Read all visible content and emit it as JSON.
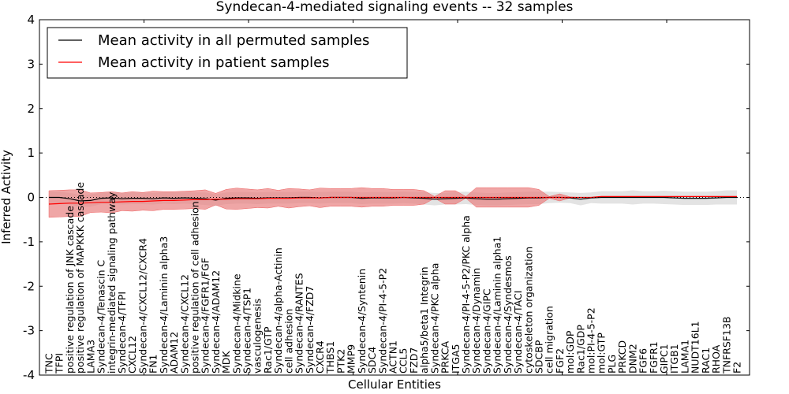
{
  "chart_data": {
    "type": "line",
    "title": "Syndecan-4-mediated signaling events -- 32 samples",
    "xlabel": "Cellular Entities",
    "ylabel": "Inferred Activity",
    "ylim": [
      -4,
      4
    ],
    "yticks": [
      4,
      3,
      2,
      1,
      0,
      -1,
      -2,
      -3,
      -4
    ],
    "grid": false,
    "legend_placement": "top-left",
    "categories": [
      "TNC",
      "TFPI",
      "positive regulation of JNK cascade",
      "positive regulation of MAPKKK cascade",
      "LAMA3",
      "Syndecan-4/Tenascin C",
      "integrin-mediated signaling pathway",
      "Syndecan-4/TFPI",
      "CXCL12",
      "Syndecan-4/CXCL12/CXCR4",
      "FN1",
      "Syndecan-4/Laminin alpha3",
      "ADAM12",
      "Syndecan-4/CXCL12",
      "positive regulation of cell adhesion",
      "Syndecan-4/FGFR1/FGF",
      "Syndecan-4/ADAM12",
      "MDK",
      "Syndecan-4/Midkine",
      "Syndecan-4/TSP1",
      "vasculogenesis",
      "Rac1/GTP",
      "Syndecan-4/alpha-Actinin",
      "cell adhesion",
      "Syndecan-4/RANTES",
      "Syndecan-4/FZD7",
      "CXCR4",
      "THBS1",
      "PTK2",
      "MMP9",
      "Syndecan-4/Syntenin",
      "SDC4",
      "Syndecan-4/PI-4-5-P2",
      "ACTN1",
      "CCL5",
      "FZD7",
      "alpha5/beta1 Integrin",
      "Syndecan-4/PKC alpha",
      "PRKCA",
      "ITGA5",
      "Syndecan-4/PI-4-5-P2/PKC alpha",
      "Syndecan-4/Dynamin",
      "Syndecan-4/GIPC",
      "Syndecan-4/Laminin alpha1",
      "Syndecan-4/Syndesmos",
      "Syndecan-4/TACI",
      "cytoskeleton organization",
      "SDCBP",
      "cell migration",
      "FGF2",
      "mol:GDP",
      "Rac1/GDP",
      "mol:PI-4-5-P2",
      "mol:GTP",
      "PLG",
      "PRKCD",
      "DNM2",
      "FGF6",
      "FGFR1",
      "GIPC1",
      "ITGB1",
      "LAMA1",
      "NUDT16L1",
      "RAC1",
      "RHOA",
      "TNFRSF13B",
      "F2"
    ],
    "series": [
      {
        "name": "Mean activity in all permuted samples",
        "color": "#000000",
        "band_color": "#d9d9d9",
        "values": [
          0,
          0,
          -0.03,
          -0.08,
          -0.07,
          -0.02,
          -0.01,
          -0.03,
          -0.02,
          -0.02,
          -0.03,
          -0.01,
          -0.02,
          -0.01,
          -0.02,
          -0.03,
          -0.06,
          -0.02,
          -0.01,
          -0.01,
          -0.02,
          -0.01,
          -0.01,
          -0.01,
          0,
          0,
          -0.01,
          0,
          0,
          0,
          -0.02,
          -0.01,
          -0.01,
          -0.01,
          0,
          -0.01,
          -0.02,
          -0.04,
          -0.03,
          -0.02,
          -0.01,
          -0.03,
          -0.04,
          -0.04,
          -0.03,
          -0.02,
          -0.01,
          -0.01,
          0,
          0,
          -0.01,
          -0.04,
          -0.01,
          0,
          0,
          0,
          0,
          0,
          0,
          0,
          -0.01,
          -0.02,
          -0.02,
          -0.02,
          -0.01,
          0,
          0
        ],
        "spread": [
          0.13,
          0.13,
          0.13,
          0.14,
          0.14,
          0.13,
          0.13,
          0.13,
          0.13,
          0.13,
          0.13,
          0.13,
          0.13,
          0.13,
          0.13,
          0.14,
          0.13,
          0.13,
          0.13,
          0.13,
          0.13,
          0.13,
          0.13,
          0.13,
          0.13,
          0.13,
          0.13,
          0.13,
          0.13,
          0.13,
          0.13,
          0.13,
          0.13,
          0.13,
          0.13,
          0.13,
          0.14,
          0.14,
          0.13,
          0.14,
          0.14,
          0.14,
          0.14,
          0.14,
          0.14,
          0.14,
          0.14,
          0.14,
          0.13,
          0.12,
          0.12,
          0.14,
          0.12,
          0.14,
          0.14,
          0.14,
          0.16,
          0.14,
          0.14,
          0.15,
          0.15,
          0.15,
          0.15,
          0.15,
          0.15,
          0.16,
          0.16
        ]
      },
      {
        "name": "Mean activity in patient samples",
        "color": "#ff0000",
        "band_color": "#e88080",
        "values": [
          -0.15,
          -0.14,
          -0.13,
          -0.13,
          -0.12,
          -0.11,
          -0.11,
          -0.1,
          -0.09,
          -0.09,
          -0.08,
          -0.07,
          -0.07,
          -0.06,
          -0.05,
          -0.05,
          -0.04,
          -0.04,
          -0.03,
          -0.03,
          -0.03,
          -0.02,
          -0.02,
          -0.02,
          -0.01,
          -0.01,
          -0.01,
          0,
          0,
          0,
          0,
          0,
          0,
          0,
          0,
          0,
          0,
          0,
          0,
          0,
          0,
          0,
          0,
          0,
          0,
          0,
          0,
          0,
          0,
          0,
          0,
          0,
          0,
          0.02,
          0.02,
          0.02,
          0.02,
          0.02,
          0.02,
          0.02,
          0.02,
          0.02,
          0.02,
          0.02,
          0.02,
          0.02,
          0.02
        ],
        "spread": [
          0.3,
          0.3,
          0.3,
          0.3,
          0.22,
          0.22,
          0.24,
          0.2,
          0.22,
          0.2,
          0.22,
          0.2,
          0.2,
          0.2,
          0.2,
          0.22,
          0.13,
          0.22,
          0.24,
          0.22,
          0.2,
          0.22,
          0.18,
          0.22,
          0.2,
          0.18,
          0.22,
          0.2,
          0.2,
          0.2,
          0.22,
          0.2,
          0.2,
          0.18,
          0.18,
          0.18,
          0.15,
          0.02,
          0.15,
          0.15,
          0.02,
          0.22,
          0.22,
          0.22,
          0.22,
          0.22,
          0.22,
          0.18,
          0.02,
          0.08,
          0.01,
          0,
          0,
          0,
          0,
          0,
          0,
          0,
          0,
          0,
          0,
          0,
          0,
          0,
          0,
          0,
          0
        ]
      }
    ]
  }
}
